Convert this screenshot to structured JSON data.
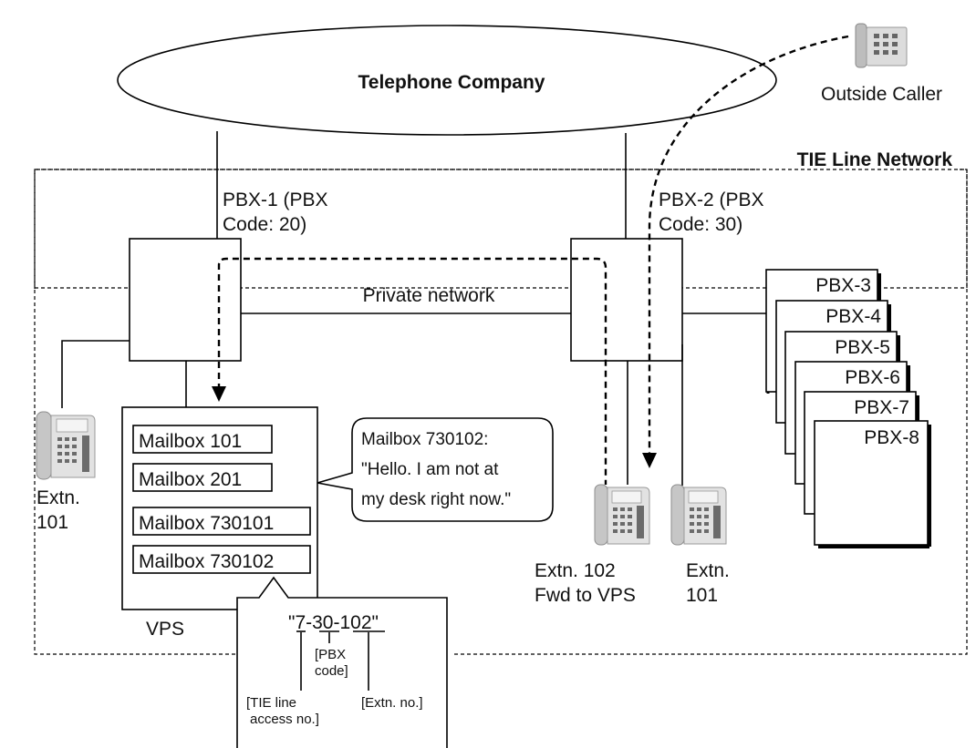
{
  "telephone_company": "Telephone Company",
  "outside_caller": "Outside Caller",
  "tie_network": "TIE Line Network",
  "pbx1": {
    "line1": "PBX-1 (PBX",
    "line2": "Code: 20)"
  },
  "pbx2": {
    "line1": "PBX-2 (PBX",
    "line2": "Code: 30)"
  },
  "private_network": "Private network",
  "pbx_stack": [
    "PBX-3",
    "PBX-4",
    "PBX-5",
    "PBX-6",
    "PBX-7",
    "PBX-8"
  ],
  "vps": {
    "label": "VPS",
    "mailboxes": [
      "Mailbox 101",
      "Mailbox 201",
      "Mailbox 730101",
      "Mailbox 730102"
    ]
  },
  "speech": {
    "line1": "Mailbox 730102:",
    "line2": "\"Hello. I am not at",
    "line3": "my desk right now.\""
  },
  "extn_left": {
    "line1": "Extn.",
    "line2": "101"
  },
  "extn_102": {
    "line1": "Extn. 102",
    "line2": "Fwd to VPS"
  },
  "extn_101_right": {
    "line1": "Extn.",
    "line2": "101"
  },
  "callout": {
    "number": "\"7-30-102\"",
    "pbx_code_1": "[PBX",
    "pbx_code_2": "code]",
    "extn_no": "[Extn. no.]",
    "tie_1": "[TIE line",
    "tie_2": "access no.]"
  }
}
